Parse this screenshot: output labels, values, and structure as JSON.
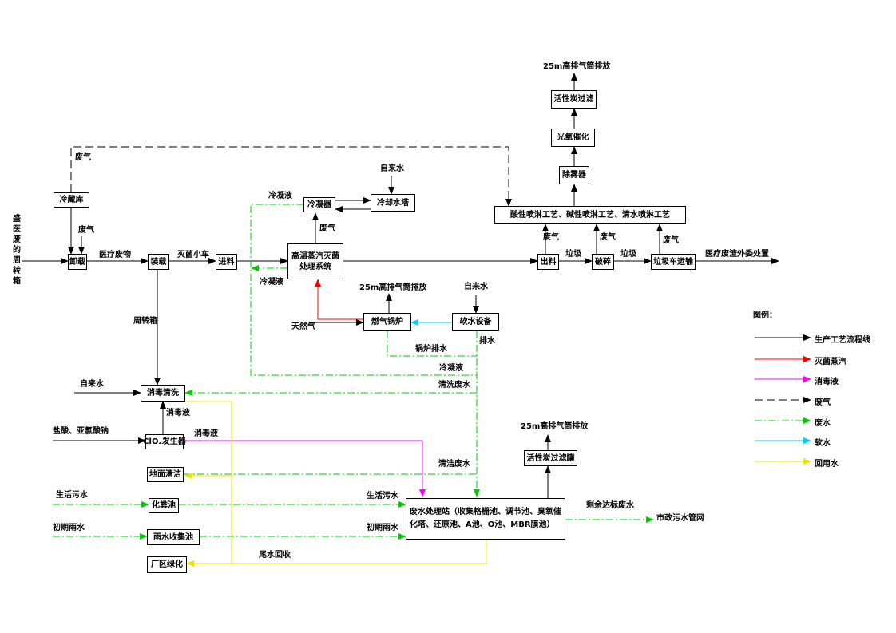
{
  "colors": {
    "process": "#000000",
    "steam": "#ff0000",
    "disinfectant": "#ff00ff",
    "waste_gas": "#000000",
    "wastewater": "#00cc00",
    "soft_water": "#00ccff",
    "reuse_water": "#ffff00"
  },
  "source_label": "盛医废的周转箱",
  "nodes": {
    "cold_storage": "冷藏库",
    "unload": "卸载",
    "load": "装载",
    "feed": "进料",
    "sterilizer_line1": "高温蒸汽灭菌",
    "sterilizer_line2": "处理系统",
    "condenser": "冷凝器",
    "cooling_tower": "冷却水塔",
    "gas_boiler": "燃气锅炉",
    "softener": "软水设备",
    "discharge": "出料",
    "crusher": "破碎",
    "garbage_truck": "垃圾车运输",
    "scrubber": "酸性喷淋工艺、碱性喷淋工艺、清水喷淋工艺",
    "demister": "除雾器",
    "photo_oxidation": "光氧催化",
    "activated_carbon_top": "活性炭过滤",
    "disinfect_wash": "消毒清洗",
    "clo2_generator": "ClO₂发生器",
    "floor_cleaning": "地面清洁",
    "septic_tank": "化粪池",
    "rain_tank": "雨水收集池",
    "greening": "厂区绿化",
    "activated_carbon_adsorb": "活性炭过滤罐",
    "wwtp": "废水处理站（收集格栅池、调节池、臭氧催化塔、还原池、A池、O池、MBR膜池）"
  },
  "labels": {
    "exhaust_top": "25m高排气筒排放",
    "exhaust_boiler": "25m高排气筒排放",
    "exhaust_wwtp": "25m高排气筒排放",
    "tap_water_tower": "自来水",
    "tap_water_softener": "自来水",
    "tap_water_wash": "自来水",
    "waste_gas_cold": "废气",
    "waste_gas_unload": "废气",
    "waste_gas_sterilizer": "废气",
    "waste_gas_discharge": "废气",
    "waste_gas_crusher": "废气",
    "waste_gas_truck": "废气",
    "medical_waste": "医疗废物",
    "sterile_cart": "灭菌小车",
    "condensate_top": "冷凝液",
    "condensate_left": "冷凝液",
    "condensate_bus": "冷凝液",
    "garbage_1": "垃圾",
    "garbage_2": "垃圾",
    "outsourced": "医疗废渣外委处置",
    "turnover_box": "周转箱",
    "natural_gas": "天然气",
    "boiler_blowdown": "锅炉排水",
    "drain": "排水",
    "wash_wastewater": "清洗废水",
    "disinfectant_up": "消毒液",
    "disinfectant_right": "消毒液",
    "hcl_naclo2": "盐酸、亚氯酸钠",
    "cleaning_wastewater": "清洁废水",
    "domestic_sewage_in": "生活污水",
    "domestic_sewage_mid": "生活污水",
    "initial_rain_in": "初期雨水",
    "initial_rain_mid": "初期雨水",
    "tailwater_reuse": "尾水回收",
    "remaining_effluent": "剩余达标废水",
    "municipal_sewer": "市政污水管网"
  },
  "legend": {
    "title": "图例：",
    "items": [
      {
        "label": "生产工艺流程线",
        "color": "#000000",
        "style": "solid"
      },
      {
        "label": "灭菌蒸汽",
        "color": "#ff0000",
        "style": "solid"
      },
      {
        "label": "消毒液",
        "color": "#ff00ff",
        "style": "solid"
      },
      {
        "label": "废气",
        "color": "#000000",
        "style": "dashed"
      },
      {
        "label": "废水",
        "color": "#00cc00",
        "style": "dashdot"
      },
      {
        "label": "软水",
        "color": "#00ccff",
        "style": "solid"
      },
      {
        "label": "回用水",
        "color": "#ffff00",
        "style": "solid"
      }
    ]
  }
}
